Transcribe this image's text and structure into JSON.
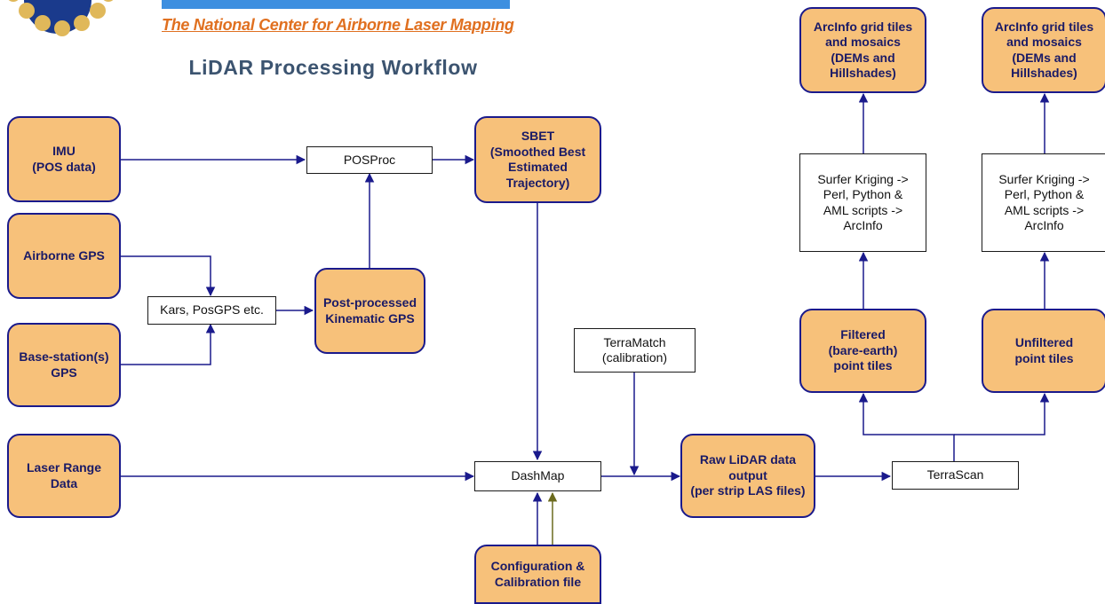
{
  "logo": {
    "tagline": "The National Center for Airborne Laser Mapping"
  },
  "title": "LiDAR Processing Workflow",
  "colors": {
    "box_fill": "#f7c17a",
    "box_border": "#1a1a8c",
    "arrow": "#1a1a8c",
    "arrow_alt": "#6b6a1e",
    "title": "#3c5470"
  },
  "nodes": {
    "imu": "IMU\n(POS data)",
    "airborne_gps": "Airborne GPS",
    "base_gps": "Base-station(s)\nGPS",
    "laser": "Laser Range\nData",
    "posproc": "POSProc",
    "kars": "Kars, PosGPS etc.",
    "sbet": "SBET\n(Smoothed Best\nEstimated\nTrajectory)",
    "ppk": "Post-processed\nKinematic GPS",
    "terramatch": "TerraMatch\n(calibration)",
    "dashmap": "DashMap",
    "config": "Configuration &\nCalibration file",
    "raw": "Raw LiDAR data\noutput\n(per strip LAS files)",
    "terrascan": "TerraScan",
    "filtered": "Filtered\n(bare-earth)\npoint tiles",
    "unfiltered": "Unfiltered\npoint tiles",
    "surfer1": "Surfer Kriging ->\nPerl, Python &\nAML scripts ->\nArcInfo",
    "surfer2": "Surfer Kriging ->\nPerl, Python &\nAML scripts ->\nArcInfo",
    "arc1": "ArcInfo grid tiles\nand mosaics\n(DEMs and\nHillshades)",
    "arc2": "ArcInfo grid tiles\nand mosaics\n(DEMs and\nHillshades)"
  }
}
